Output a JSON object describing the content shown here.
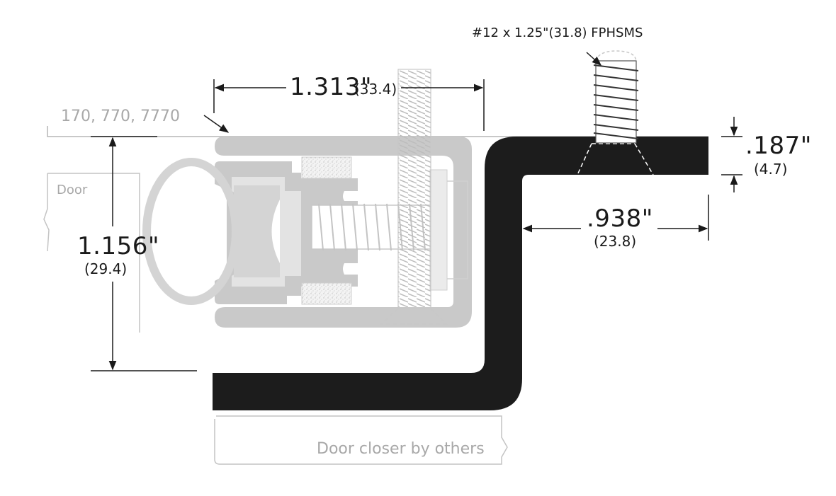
{
  "labels": {
    "screw_spec": "#12 x 1.25\"(31.8) FPHSMS",
    "model_numbers": "170, 770, 7770",
    "door": "Door",
    "door_closer": "Door closer by others"
  },
  "dimensions": {
    "width_in": "1.313\"",
    "width_mm": "(33.4)",
    "height_in": "1.156\"",
    "height_mm": "(29.4)",
    "thickness_in": ".187\"",
    "thickness_mm": "(4.7)",
    "depth_in": ".938\"",
    "depth_mm": "(23.8)"
  },
  "colors": {
    "bracket": "#1c1c1c",
    "frame": "#c9c9c9",
    "dim_line": "#1a1a1a",
    "outline": "#b0b0b0"
  }
}
